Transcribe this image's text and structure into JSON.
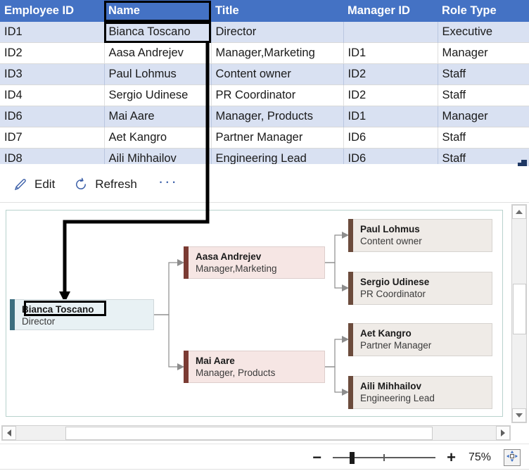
{
  "table": {
    "headers": [
      "Employee ID",
      "Name",
      "Title",
      "Manager ID",
      "Role Type"
    ],
    "header_bg": "#4472c4",
    "header_text_color": "#ffffff",
    "banded_row_bg": "#d9e1f2",
    "rows": [
      {
        "employee_id": "ID1",
        "name": "Bianca Toscano",
        "title": "Director",
        "manager_id": "",
        "role_type": "Executive"
      },
      {
        "employee_id": "ID2",
        "name": "Aasa Andrejev",
        "title": "Manager,Marketing",
        "manager_id": "ID1",
        "role_type": "Manager"
      },
      {
        "employee_id": "ID3",
        "name": "Paul Lohmus",
        "title": "Content owner",
        "manager_id": "ID2",
        "role_type": "Staff"
      },
      {
        "employee_id": "ID4",
        "name": "Sergio Udinese",
        "title": "PR Coordinator",
        "manager_id": "ID2",
        "role_type": "Staff"
      },
      {
        "employee_id": "ID6",
        "name": "Mai Aare",
        "title": "Manager, Products",
        "manager_id": "ID1",
        "role_type": "Manager"
      },
      {
        "employee_id": "ID7",
        "name": "Aet Kangro",
        "title": "Partner Manager",
        "manager_id": "ID6",
        "role_type": "Staff"
      },
      {
        "employee_id": "ID8",
        "name": "Aili Mihhailov",
        "title": "Engineering Lead",
        "manager_id": "ID6",
        "role_type": "Staff"
      }
    ],
    "selection": {
      "header_cell": "Name",
      "data_cell": "Bianca Toscano"
    }
  },
  "toolbar": {
    "edit_label": "Edit",
    "refresh_label": "Refresh",
    "overflow_label": "···",
    "edit_icon": "pencil-icon",
    "refresh_icon": "refresh-icon",
    "overflow_icon": "ellipsis-icon"
  },
  "chart": {
    "type": "org-chart",
    "root_accent": "#3c6e7f",
    "root_fill": "#e8f1f4",
    "manager_accent": "#7b3b33",
    "manager_fill": "#f6e6e4",
    "staff_accent": "#6b4b3c",
    "staff_fill": "#efebe7",
    "highlighted_node": "Bianca Toscano",
    "nodes": {
      "root": {
        "name": "Bianca Toscano",
        "title": "Director"
      },
      "aasa": {
        "name": "Aasa Andrejev",
        "title": "Manager,Marketing"
      },
      "mai": {
        "name": "Mai Aare",
        "title": "Manager, Products"
      },
      "paul": {
        "name": "Paul Lohmus",
        "title": "Content owner"
      },
      "sergio": {
        "name": "Sergio Udinese",
        "title": "PR Coordinator"
      },
      "aet": {
        "name": "Aet Kangro",
        "title": "Partner Manager"
      },
      "aili": {
        "name": "Aili Mihhailov",
        "title": "Engineering Lead"
      }
    },
    "edges": [
      {
        "from": "root",
        "to": "aasa"
      },
      {
        "from": "root",
        "to": "mai"
      },
      {
        "from": "aasa",
        "to": "paul"
      },
      {
        "from": "aasa",
        "to": "sergio"
      },
      {
        "from": "mai",
        "to": "aet"
      },
      {
        "from": "mai",
        "to": "aili"
      }
    ]
  },
  "statusbar": {
    "zoom_level": "75%",
    "zoom_out_label": "−",
    "zoom_in_label": "+",
    "fit_icon": "fit-to-screen-icon"
  },
  "scrollbars": {
    "vertical_up": "scroll-up-arrow",
    "vertical_down": "scroll-down-arrow",
    "horizontal_left": "scroll-left-arrow",
    "horizontal_right": "scroll-right-arrow"
  }
}
